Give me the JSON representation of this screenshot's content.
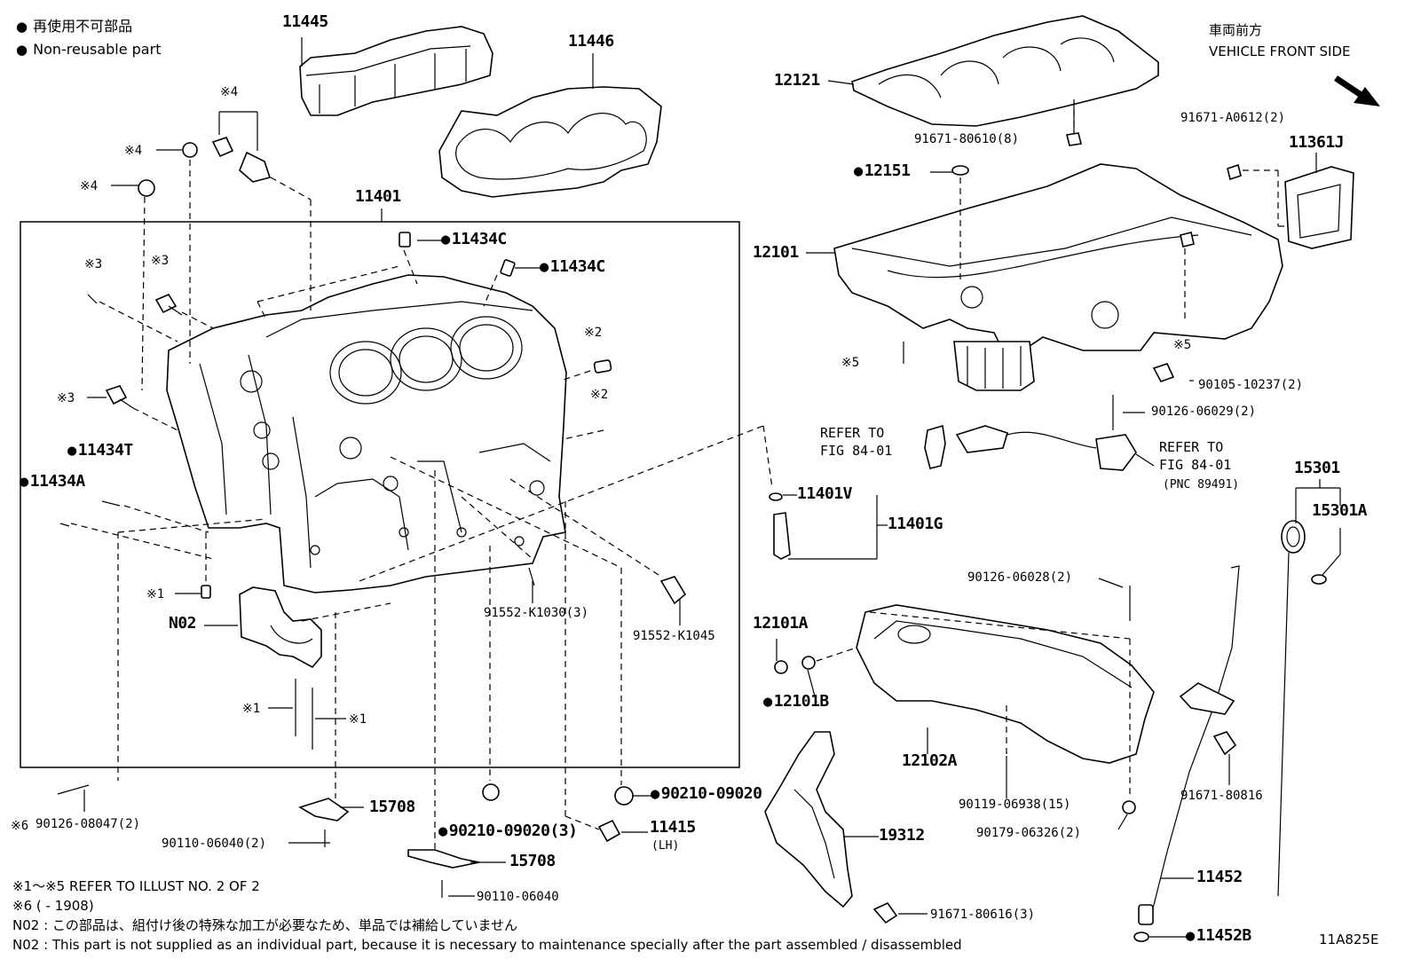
{
  "legend": {
    "jp": "再使用不可部品",
    "en": "Non-reusable part"
  },
  "front": {
    "jp": "車両前方",
    "en": "VEHICLE FRONT SIDE"
  },
  "labels": {
    "p11445": "11445",
    "p11446": "11446",
    "p12121": "12121",
    "p91671_80610": "91671-80610(8)",
    "p91671_A0612": "91671-A0612(2)",
    "p11361J": "11361J",
    "p12151": "12151",
    "p12101": "12101",
    "p11401": "11401",
    "p11434C_a": "11434C",
    "p11434C_b": "11434C",
    "p11434T": "11434T",
    "p11434A": "11434A",
    "m4_a": "※4",
    "m4_b": "※4",
    "m4_c": "※4",
    "m3_a": "※3",
    "m3_b": "※3",
    "m3_c": "※3",
    "m2_a": "※2",
    "m2_b": "※2",
    "m1_a": "※1",
    "m1_b": "※1",
    "m1_c": "※1",
    "m5_a": "※5",
    "m5_b": "※5",
    "pN02": "N02",
    "p90105": "90105-10237(2)",
    "p90126_06029": "90126-06029(2)",
    "refer1_line1": "REFER TO",
    "refer1_line2": "FIG 84-01",
    "refer2_line1": "REFER TO",
    "refer2_line2": "FIG 84-01",
    "refer2_line3": "(PNC 89491)",
    "p15301": "15301",
    "p15301A": "15301A",
    "p11401V": "11401V",
    "p11401G": "11401G",
    "p91552_K1030": "91552-K1030(3)",
    "p91552_K1045": "91552-K1045",
    "p90126_06028": "90126-06028(2)",
    "p12101A": "12101A",
    "p12101B": "12101B",
    "p12102A": "12102A",
    "p91671_80816": "91671-80816",
    "p90119": "90119-06938(15)",
    "p90179": "90179-06326(2)",
    "p90210_a": "90210-09020",
    "p90210_b": "90210-09020(3)",
    "p11415": "11415",
    "p11415_lh": "(LH)",
    "p15708_a": "15708",
    "p15708_b": "15708",
    "p19312": "19312",
    "p90126_08047": "90126-08047(2)",
    "m6": "※6",
    "p90110_a": "90110-06040(2)",
    "p90110_b": "90110-06040",
    "p91671_80616": "91671-80616(3)",
    "p11452": "11452",
    "p11452B": "11452B",
    "code": "11A825E"
  },
  "notes": {
    "n1": "※1～※5 REFER TO ILLUST NO. 2 OF 2",
    "n2": "※6 (          - 1908)",
    "n3": "N02 : この部品は、組付け後の特殊な加工が必要なため、単品では補給していません",
    "n4": "N02 : This part is not supplied as an individual part, because it is necessary to maintenance specially after the part assembled / disassembled"
  }
}
